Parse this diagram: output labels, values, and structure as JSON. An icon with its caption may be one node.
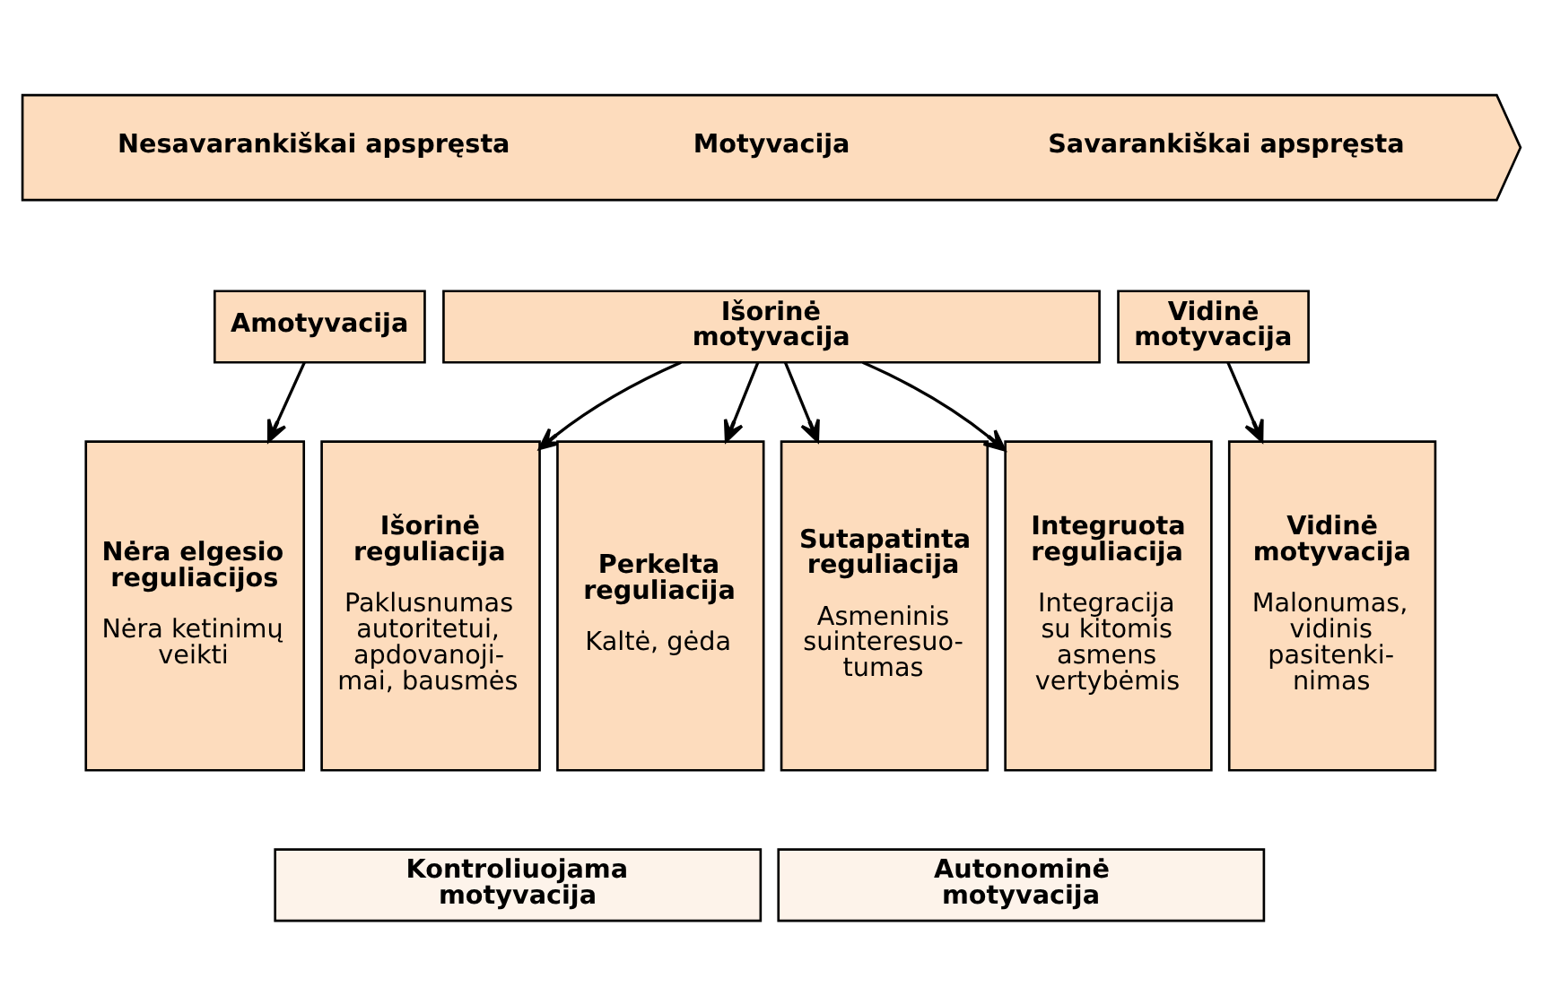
{
  "diagram": {
    "nodes": [
      {
        "text": [
          "Nesavarankiškai apspręsta",
          "Motyvacija",
          "Savarankiškai apspręsta"
        ]
      },
      {
        "text": [
          "Amotyvacija"
        ]
      },
      {
        "text": [
          "Išorinė motyvacija"
        ]
      },
      {
        "text": [
          "Vidinė motyvacija"
        ]
      },
      {
        "text": [
          "Nėra elgesio reguliacijos",
          "Nėra ketinimų veikti"
        ]
      },
      {
        "text": [
          "Išorinė reguliacija",
          "Paklusnumas autoritetui, apdovanoji- mai, bausmės"
        ]
      },
      {
        "text": [
          "Perkelta reguliacija",
          "Kaltė, gėda"
        ]
      },
      {
        "text": [
          "Sutapatinta reguliacija",
          "Asmeninis suinteresuo- tumas"
        ]
      },
      {
        "text": [
          "Integruota reguliacija",
          "Integracija su kitomis asmens vertybėmis"
        ]
      },
      {
        "text": [
          "Vidinė motyvacija",
          "Malonumas, vidinis pasitenki- nimas"
        ]
      },
      {
        "text": [
          "Kontroliuojama motyvacija"
        ]
      },
      {
        "text": [
          "Autonominė motyvacija"
        ]
      }
    ],
    "edges": [
      {
        "from": 1,
        "to": 4,
        "arrow": "to"
      },
      {
        "from": 2,
        "to": 5,
        "arrow": "to"
      },
      {
        "from": 2,
        "to": 6,
        "arrow": "to"
      },
      {
        "from": 2,
        "to": 7,
        "arrow": "to"
      },
      {
        "from": 2,
        "to": 8,
        "arrow": "to"
      },
      {
        "from": 3,
        "to": 9,
        "arrow": "to"
      }
    ]
  }
}
